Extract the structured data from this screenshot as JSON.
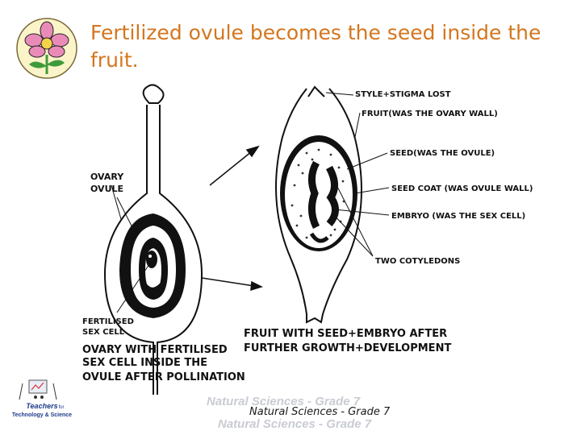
{
  "title": "Fertilized ovule becomes the seed inside the fruit.",
  "labels": {
    "ovary": "OVARY",
    "ovule": "OVULE",
    "fertilised_sex_cell_1": "FERTILISED",
    "fertilised_sex_cell_2": "SEX CELL",
    "left_caption_1": "OVARY WITH FERTILISED",
    "left_caption_2": "SEX CELL INSIDE THE",
    "left_caption_3": "OVULE AFTER POLLINATION",
    "style_stigma": "STYLE+STIGMA LOST",
    "fruit": "FRUIT(WAS THE OVARY WALL)",
    "seed": "SEED(WAS THE OVULE)",
    "seed_coat": "SEED COAT (WAS OVULE WALL)",
    "embryo": "EMBRYO (WAS THE SEX CELL)",
    "cotyledons": "TWO COTYLEDONS",
    "right_caption_1": "FRUIT WITH SEED+EMBRYO AFTER",
    "right_caption_2": "FURTHER GROWTH+DEVELOPMENT"
  },
  "footer": {
    "subject": "Natural Sciences - Grade 7",
    "ghost_top": "Natural Sciences - Grade 7",
    "ghost_bottom": "Natural Sciences - Grade 7"
  },
  "badge": {
    "line1": "Teachers",
    "line2": "for",
    "line3": "Technology & Science"
  },
  "colors": {
    "title": "#d4761e",
    "logo_bg": "#fbf4c8",
    "flower_pink": "#e98bb8",
    "leaf_green": "#3f9a3a",
    "badge_blue": "#1e3a8a"
  }
}
